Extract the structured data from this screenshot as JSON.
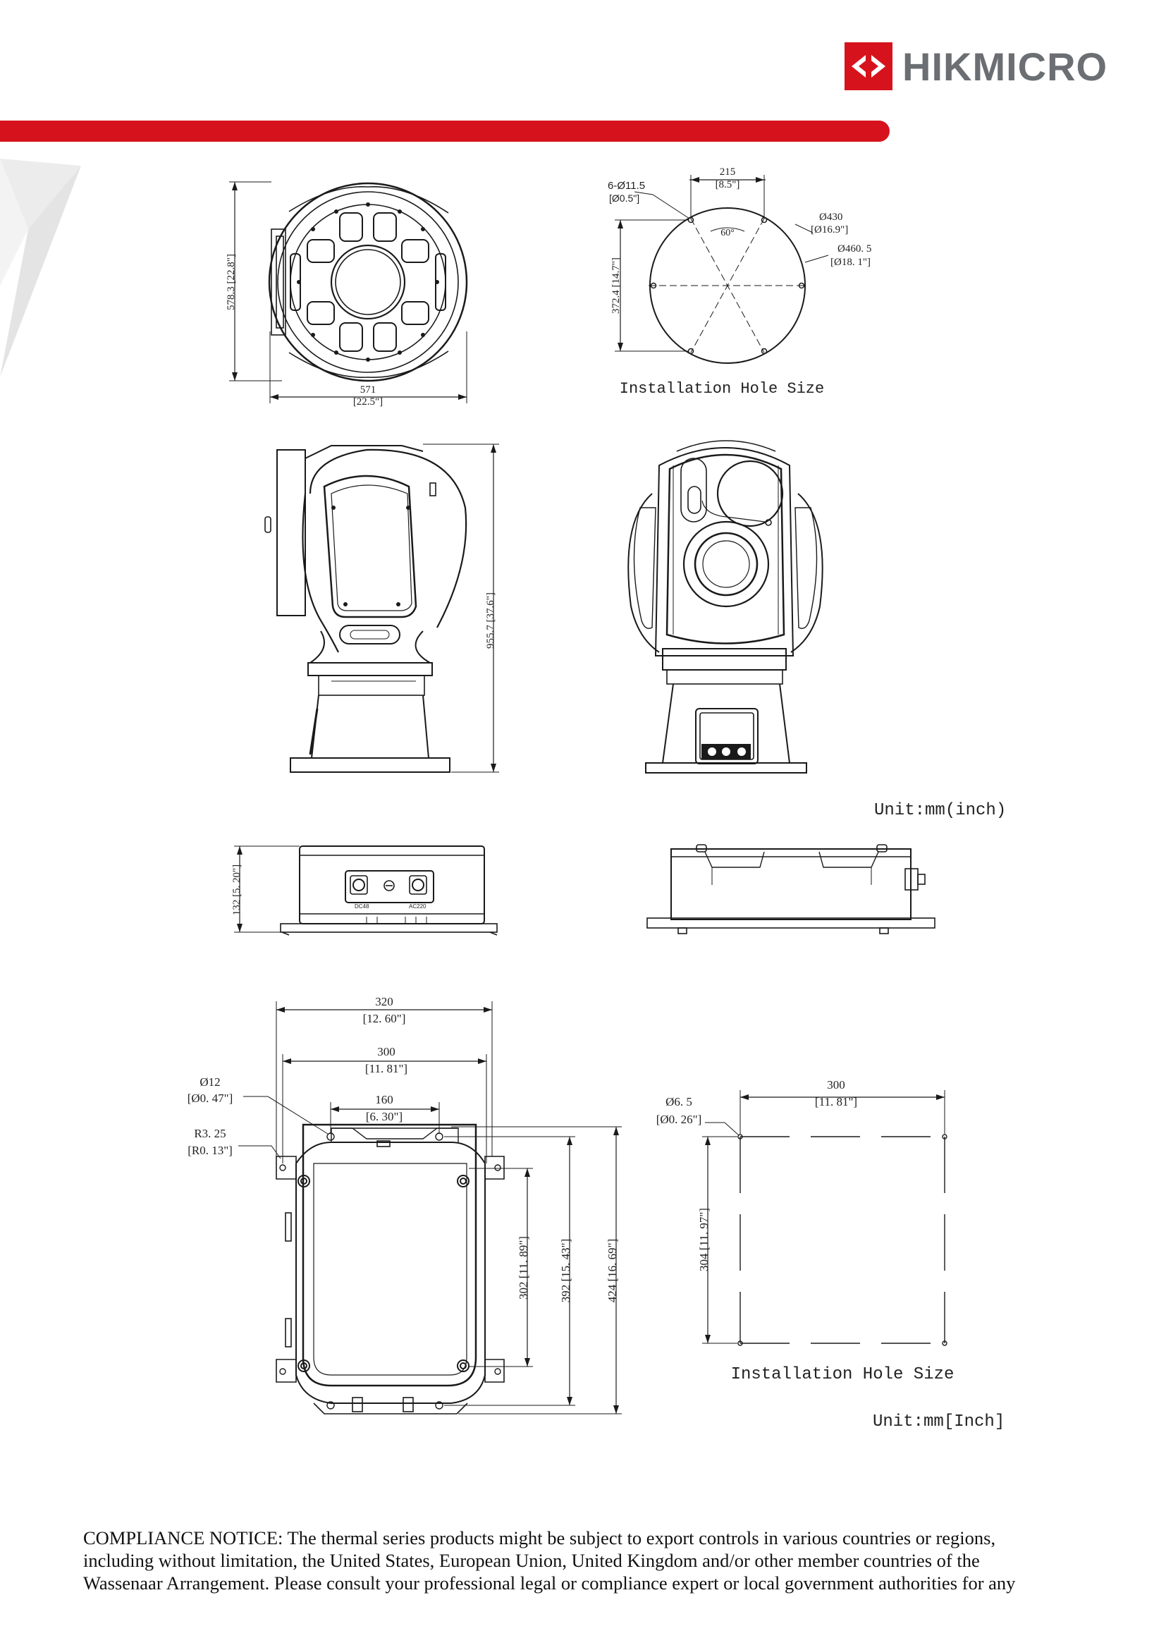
{
  "brand": {
    "name": "HIKMICRO",
    "red": "#d6131c",
    "grey": "#6b6e72"
  },
  "top_view": {
    "height_mm": "578.3",
    "height_in": "[22.8\"]",
    "width_mm": "571",
    "width_in": "[22.5\"]"
  },
  "hole_view": {
    "holes": "6-Ø11.5",
    "holes_in": "[Ø0.5\"]",
    "spacing_mm": "215",
    "spacing_in": "[8.5\"]",
    "angle": "60°",
    "d1_mm": "Ø430",
    "d1_in": "[Ø16.9\"]",
    "d2_mm": "Ø460. 5",
    "d2_in": "[Ø18. 1\"]",
    "height_mm": "372.4",
    "height_in": "[14.7\"]",
    "caption": "Installation Hole Size"
  },
  "side_view": {
    "height_mm": "955.7",
    "height_in": "[37.6\"]"
  },
  "unit_label_1": "Unit:mm(inch)",
  "box_side": {
    "height_mm": "132",
    "height_in": "[5. 20\"]",
    "port_left": "DC48",
    "port_right": "AC220"
  },
  "box_front": {
    "w320": "320",
    "w320_in": "[12. 60\"]",
    "w300": "300",
    "w300_in": "[11. 81\"]",
    "w160": "160",
    "w160_in": "[6. 30\"]",
    "hole": "Ø12",
    "hole_in": "[Ø0. 47\"]",
    "radius": "R3. 25",
    "radius_in": "[R0. 13\"]",
    "h302": "302",
    "h302_in": "[11. 89\"]",
    "h392": "392",
    "h392_in": "[15. 43\"]",
    "h424": "424",
    "h424_in": "[16. 69\"]"
  },
  "box_holes": {
    "hole": "Ø6. 5",
    "hole_in": "[Ø0. 26\"]",
    "width_mm": "300",
    "width_in": "[11. 81\"]",
    "height_mm": "304",
    "height_in": "[11. 97\"]",
    "caption": "Installation Hole Size"
  },
  "unit_label_2": "Unit:mm[Inch]",
  "notice": {
    "line1": "COMPLIANCE NOTICE: The thermal series products might be subject to export controls in various countries or regions,",
    "line2": "including without limitation, the United States, European Union, United Kingdom and/or other member countries of the",
    "line3": "Wassenaar Arrangement. Please consult your professional legal or compliance expert or local government authorities for any"
  }
}
